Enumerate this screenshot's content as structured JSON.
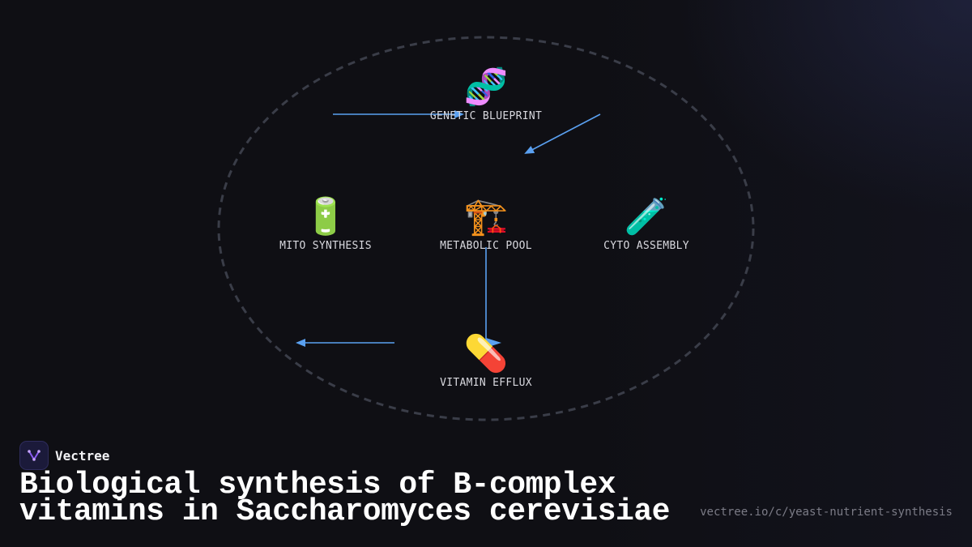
{
  "brand": {
    "name": "Vectree"
  },
  "title": "Biological synthesis of B-complex vitamins in Saccharomyces cerevisiae",
  "url": "vectree.io/c/yeast-nutrient-synthesis",
  "colors": {
    "background": "#0f0f14",
    "arrow": "#5aa0f0",
    "ring": "#3a3d48",
    "brand_accent": "#8a5cf0"
  },
  "nodes": [
    {
      "id": "genetic-blueprint",
      "icon": "dna-icon",
      "emoji": "🧬",
      "label": "GENETIC BLUEPRINT"
    },
    {
      "id": "mito-synthesis",
      "icon": "battery-icon",
      "emoji": "🔋",
      "label": "MITO SYNTHESIS"
    },
    {
      "id": "metabolic-pool",
      "icon": "construction-crane-icon",
      "emoji": "🏗️",
      "label": "METABOLIC POOL"
    },
    {
      "id": "cyto-assembly",
      "icon": "test-tube-icon",
      "emoji": "🧪",
      "label": "CYTO ASSEMBLY"
    },
    {
      "id": "vitamin-efflux",
      "icon": "pill-icon",
      "emoji": "💊",
      "label": "VITAMIN EFFLUX"
    }
  ]
}
